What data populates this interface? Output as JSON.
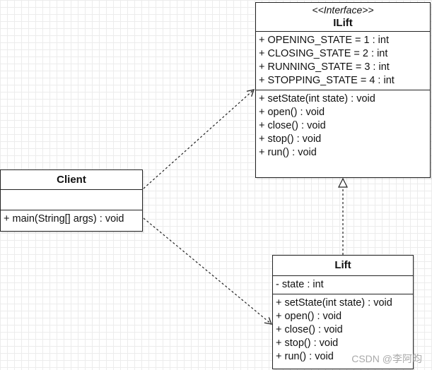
{
  "ilift": {
    "stereotype": "<<Interface>>",
    "name": "ILift",
    "attributes": [
      "+ OPENING_STATE = 1 : int",
      "+ CLOSING_STATE = 2 : int",
      "+ RUNNING_STATE = 3 : int",
      "+ STOPPING_STATE = 4 : int"
    ],
    "methods": [
      "+ setState(int state) : void",
      "+ open() : void",
      "+ close() : void",
      "+ stop() : void",
      "+ run() : void"
    ]
  },
  "client": {
    "name": "Client",
    "methods": [
      "+ main(String[] args) : void"
    ]
  },
  "lift": {
    "name": "Lift",
    "attributes": [
      "- state : int"
    ],
    "methods": [
      "+ setState(int state) : void",
      "+ open() : void",
      "+ close() : void",
      "+ stop() : void",
      "+ run() : void"
    ]
  },
  "relations": [
    {
      "from": "Client",
      "to": "ILift",
      "kind": "dependency"
    },
    {
      "from": "Client",
      "to": "Lift",
      "kind": "dependency"
    },
    {
      "from": "Lift",
      "to": "ILift",
      "kind": "realization"
    }
  ],
  "watermark": "CSDN @李阿昀",
  "colors": {
    "line": "#222222",
    "grid": "#ececec"
  }
}
